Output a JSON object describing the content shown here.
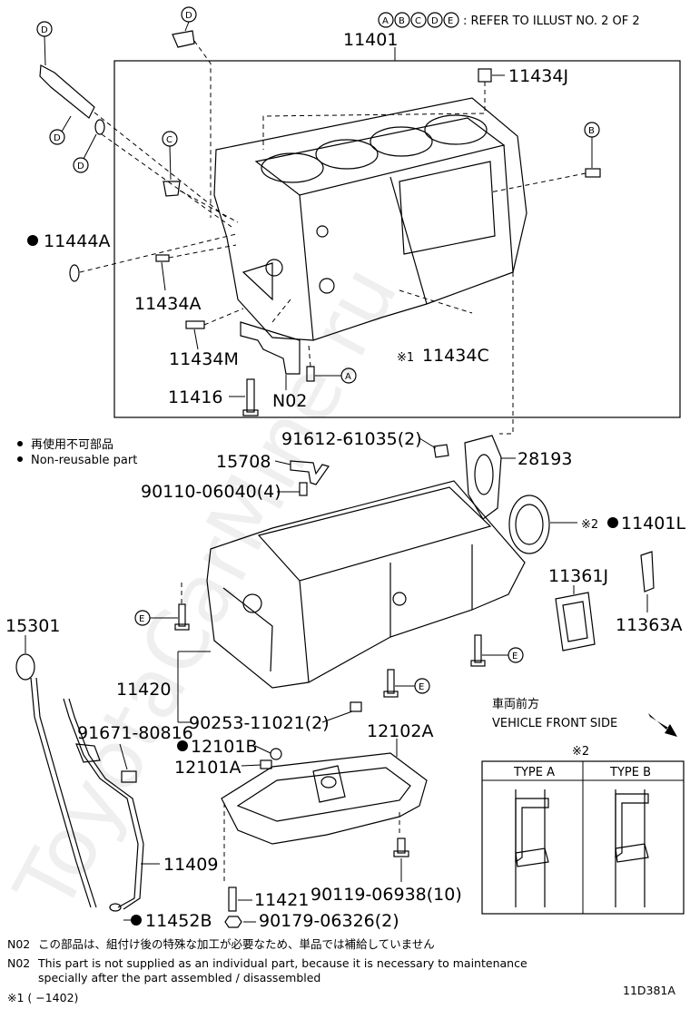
{
  "header": {
    "refer_note": ": REFER TO ILLUST NO. 2 OF 2",
    "callouts": [
      "A",
      "B",
      "C",
      "D",
      "E"
    ]
  },
  "parts": [
    {
      "id": "p11401",
      "label": "11401"
    },
    {
      "id": "p11434J",
      "label": "11434J"
    },
    {
      "id": "p11444A",
      "label": "11444A"
    },
    {
      "id": "p11434A",
      "label": "11434A"
    },
    {
      "id": "p11434M",
      "label": "11434M"
    },
    {
      "id": "p11434C",
      "label": "11434C",
      "prefix": "※1"
    },
    {
      "id": "p11416",
      "label": "11416"
    },
    {
      "id": "pN02",
      "label": "N02"
    },
    {
      "id": "p91612",
      "label": "91612-61035(2)"
    },
    {
      "id": "p15708",
      "label": "15708"
    },
    {
      "id": "p28193",
      "label": "28193"
    },
    {
      "id": "p90110",
      "label": "90110-06040(4)"
    },
    {
      "id": "p11401L",
      "label": "11401L",
      "prefix": "※2"
    },
    {
      "id": "p11361J",
      "label": "11361J"
    },
    {
      "id": "p11363A",
      "label": "11363A"
    },
    {
      "id": "p15301",
      "label": "15301"
    },
    {
      "id": "p11420",
      "label": "11420"
    },
    {
      "id": "p90253",
      "label": "90253-11021(2)"
    },
    {
      "id": "p91671",
      "label": "91671-80816"
    },
    {
      "id": "p12102A",
      "label": "12102A"
    },
    {
      "id": "p12101B",
      "label": "12101B"
    },
    {
      "id": "p12101A",
      "label": "12101A"
    },
    {
      "id": "p11409",
      "label": "11409"
    },
    {
      "id": "p11421",
      "label": "11421"
    },
    {
      "id": "p90119",
      "label": "90119-06938(10)"
    },
    {
      "id": "p11452B",
      "label": "11452B"
    },
    {
      "id": "p90179",
      "label": "90179-06326(2)"
    }
  ],
  "legend": {
    "non_reusable_jp": "再使用不可部品",
    "non_reusable_en": "Non-reusable part"
  },
  "vehicle_front": {
    "jp": "車両前方",
    "en": "VEHICLE FRONT SIDE"
  },
  "type_table": {
    "mark": "※2",
    "type_a": "TYPE A",
    "type_b": "TYPE B"
  },
  "footer": {
    "n02_jp_code": "N02",
    "n02_jp": "この部品は、組付け後の特殊な加工が必要なため、単品では補給していません",
    "n02_en_code": "N02",
    "n02_en_line1": "This part is not supplied as an individual part, because it is necessary to maintenance",
    "n02_en_line2": "specially after the part assembled / disassembled",
    "footnote1": "※1 (      −1402)",
    "illus_code": "11D381A"
  },
  "watermark": "ToyotaCarMine.ru"
}
